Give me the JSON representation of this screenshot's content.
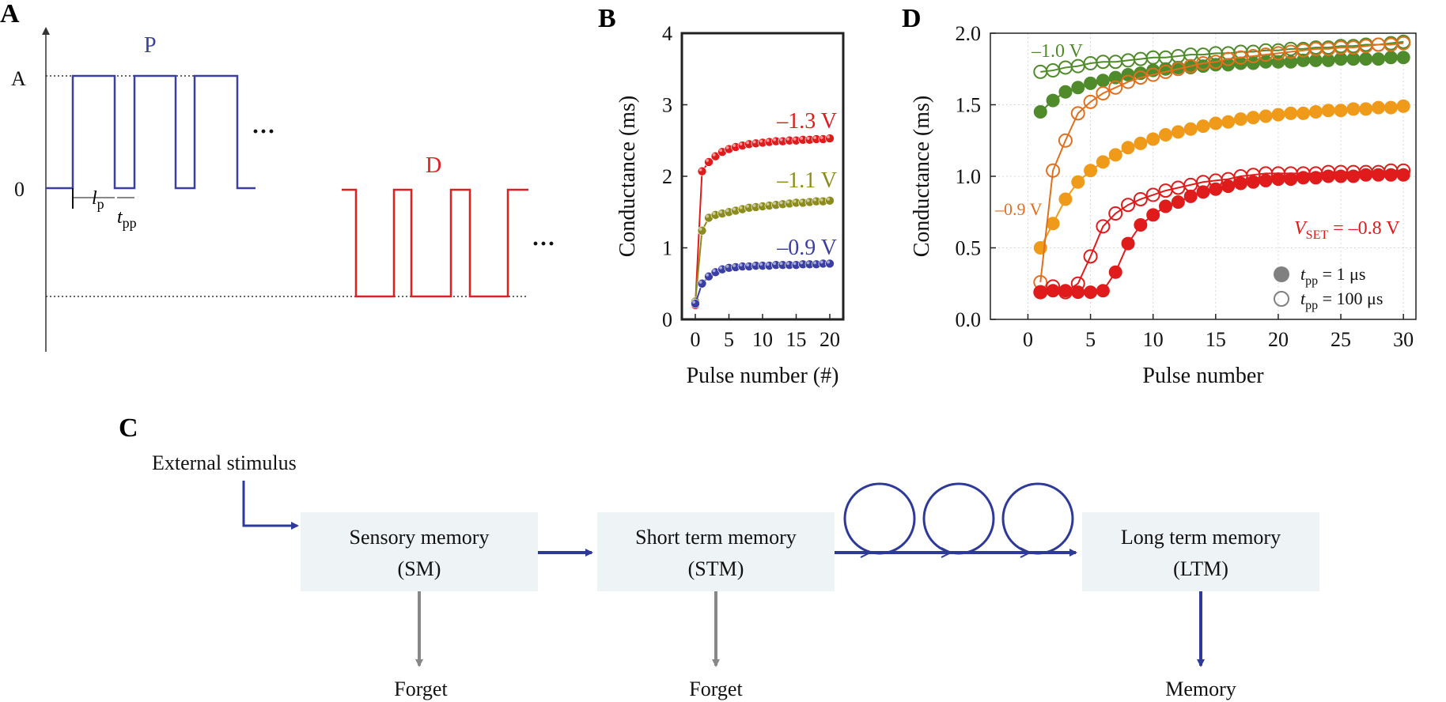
{
  "panel_labels": {
    "a": "A",
    "b": "B",
    "c": "C",
    "d": "D"
  },
  "panelA": {
    "pot_label": "P",
    "dep_label": "D",
    "y_level_A": "A",
    "y_level_0": "0",
    "lp_label": "l",
    "lp_sub": "p",
    "tpp_label": "t",
    "tpp_sub": "pp",
    "ellipsis": "···",
    "colors": {
      "pot": "#3a3fa0",
      "dep": "#e02020"
    }
  },
  "panelC": {
    "external_stimulus": "External stimulus",
    "boxes": [
      {
        "line1": "Sensory memory",
        "line2": "(SM)"
      },
      {
        "line1": "Short term memory",
        "line2": "(STM)"
      },
      {
        "line1": "Long term memory",
        "line2": "(LTM)"
      }
    ],
    "outputs": [
      "Forget",
      "Forget",
      "Memory"
    ],
    "colors": {
      "arrow": "#2e3a9a",
      "forget_arrow": "#888888",
      "box_fill": "#eef3f5"
    }
  },
  "chart_data": [
    {
      "id": "B",
      "type": "scatter",
      "xlabel": "Pulse number (#)",
      "ylabel": "Conductance (ms)",
      "xlim": [
        -2,
        22
      ],
      "ylim": [
        0,
        4
      ],
      "xticks": [
        "0",
        "5",
        "10",
        "15",
        "20"
      ],
      "yticks": [
        "0",
        "1",
        "2",
        "3",
        "4"
      ],
      "x": [
        0,
        1,
        2,
        3,
        4,
        5,
        6,
        7,
        8,
        9,
        10,
        11,
        12,
        13,
        14,
        15,
        16,
        17,
        18,
        19,
        20
      ],
      "series": [
        {
          "name": "–1.3 V",
          "color": "#e01b1b",
          "values": [
            0.2,
            2.07,
            2.2,
            2.28,
            2.34,
            2.38,
            2.41,
            2.43,
            2.45,
            2.46,
            2.47,
            2.48,
            2.49,
            2.49,
            2.5,
            2.5,
            2.51,
            2.51,
            2.52,
            2.52,
            2.53
          ]
        },
        {
          "name": "–1.1 V",
          "color": "#8c8c1e",
          "values": [
            0.25,
            1.24,
            1.42,
            1.46,
            1.48,
            1.5,
            1.52,
            1.54,
            1.56,
            1.57,
            1.58,
            1.59,
            1.6,
            1.61,
            1.62,
            1.63,
            1.63,
            1.64,
            1.65,
            1.65,
            1.66
          ]
        },
        {
          "name": "–0.9 V",
          "color": "#3b3fa3",
          "values": [
            0.22,
            0.5,
            0.6,
            0.66,
            0.7,
            0.72,
            0.73,
            0.74,
            0.74,
            0.75,
            0.75,
            0.75,
            0.76,
            0.76,
            0.76,
            0.76,
            0.77,
            0.77,
            0.77,
            0.78,
            0.78
          ]
        }
      ]
    },
    {
      "id": "D",
      "type": "scatter",
      "xlabel": "Pulse number",
      "ylabel": "Conductance (ms)",
      "xlim": [
        -3,
        31
      ],
      "ylim": [
        0,
        2.0
      ],
      "xticks": [
        "0",
        "5",
        "10",
        "15",
        "20",
        "25",
        "30"
      ],
      "yticks": [
        "0.0",
        "0.5",
        "1.0",
        "1.5",
        "2.0"
      ],
      "x": [
        1,
        2,
        3,
        4,
        5,
        6,
        7,
        8,
        9,
        10,
        11,
        12,
        13,
        14,
        15,
        16,
        17,
        18,
        19,
        20,
        21,
        22,
        23,
        24,
        25,
        26,
        27,
        28,
        29,
        30
      ],
      "series": [
        {
          "name": "–1.0 V filled",
          "color": "#4f8a2b",
          "filled": true,
          "values": [
            1.45,
            1.53,
            1.59,
            1.62,
            1.65,
            1.67,
            1.69,
            1.71,
            1.72,
            1.74,
            1.75,
            1.76,
            1.76,
            1.77,
            1.78,
            1.78,
            1.79,
            1.79,
            1.8,
            1.8,
            1.8,
            1.81,
            1.81,
            1.81,
            1.82,
            1.82,
            1.82,
            1.82,
            1.83,
            1.83
          ]
        },
        {
          "name": "–1.0 V open",
          "color": "#4f8a2b",
          "filled": false,
          "values": [
            1.73,
            1.74,
            1.76,
            1.77,
            1.79,
            1.8,
            1.8,
            1.81,
            1.82,
            1.83,
            1.83,
            1.84,
            1.85,
            1.85,
            1.86,
            1.86,
            1.87,
            1.87,
            1.88,
            1.88,
            1.89,
            1.89,
            1.9,
            1.9,
            1.91,
            1.91,
            1.92,
            1.92,
            1.93,
            1.94
          ]
        },
        {
          "name": "–0.9 V filled",
          "color": "#f09a1a",
          "filled": true,
          "values": [
            0.5,
            0.67,
            0.84,
            0.96,
            1.04,
            1.1,
            1.15,
            1.2,
            1.23,
            1.26,
            1.29,
            1.31,
            1.33,
            1.35,
            1.37,
            1.38,
            1.4,
            1.41,
            1.42,
            1.43,
            1.44,
            1.44,
            1.45,
            1.46,
            1.46,
            1.47,
            1.47,
            1.48,
            1.48,
            1.49
          ]
        },
        {
          "name": "–0.9 V open",
          "color": "#e0701e",
          "filled": false,
          "values": [
            0.26,
            1.04,
            1.25,
            1.44,
            1.52,
            1.58,
            1.62,
            1.66,
            1.69,
            1.71,
            1.73,
            1.75,
            1.77,
            1.79,
            1.8,
            1.82,
            1.83,
            1.84,
            1.85,
            1.86,
            1.87,
            1.88,
            1.89,
            1.89,
            1.9,
            1.9,
            1.91,
            1.92,
            1.92,
            1.93
          ]
        },
        {
          "name": "–0.8 V filled",
          "color": "#e01b1b",
          "filled": true,
          "values": [
            0.19,
            0.2,
            0.2,
            0.19,
            0.19,
            0.2,
            0.33,
            0.53,
            0.66,
            0.73,
            0.79,
            0.82,
            0.86,
            0.89,
            0.91,
            0.93,
            0.95,
            0.96,
            0.97,
            0.98,
            0.98,
            0.99,
            0.99,
            1.0,
            1.0,
            1.0,
            1.01,
            1.01,
            1.01,
            1.01
          ]
        },
        {
          "name": "–0.8 V open",
          "color": "#e01b1b",
          "filled": false,
          "values": [
            0.19,
            0.23,
            0.19,
            0.25,
            0.44,
            0.65,
            0.74,
            0.8,
            0.84,
            0.87,
            0.9,
            0.92,
            0.94,
            0.96,
            0.97,
            0.98,
            1.0,
            1.01,
            1.02,
            1.02,
            1.02,
            1.02,
            1.02,
            1.03,
            1.03,
            1.03,
            1.03,
            1.03,
            1.04,
            1.04
          ]
        }
      ],
      "annotations": {
        "v1": "–1.0 V",
        "v2": "–0.9 V",
        "vset": "V",
        "vset_sub": "SET",
        "vset_val": " = –0.8 V",
        "legend_filled_t": "t",
        "legend_filled_sub": "pp",
        "legend_filled_val": " = 1 μs",
        "legend_open_t": "t",
        "legend_open_sub": "pp",
        "legend_open_val": " = 100 μs"
      },
      "grid": true,
      "legend_placement": "bottom-right"
    }
  ]
}
